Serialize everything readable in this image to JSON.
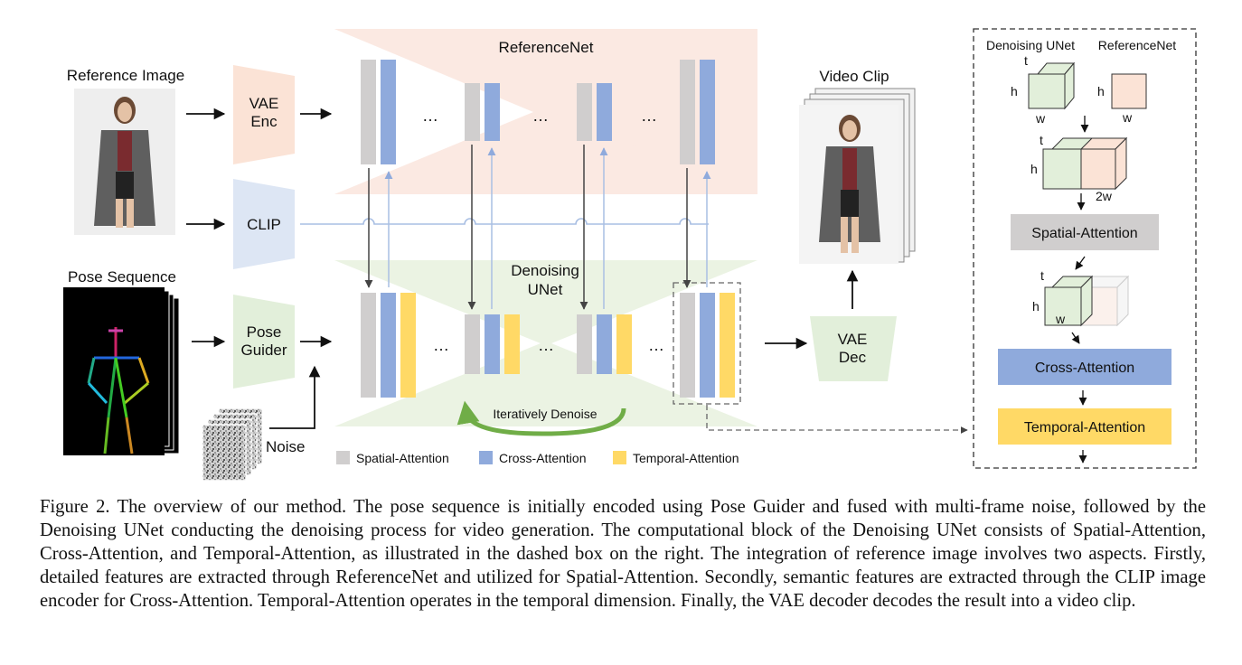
{
  "labels": {
    "reference_image": "Reference Image",
    "vae_enc_1": "VAE",
    "vae_enc_2": "Enc",
    "clip": "CLIP",
    "referencenet": "ReferenceNet",
    "pose_sequence": "Pose Sequence",
    "pose_guider_1": "Pose",
    "pose_guider_2": "Guider",
    "noise": "Noise",
    "denoising_unet_1": "Denoising",
    "denoising_unet_2": "UNet",
    "iteratively_denoise": "Iteratively Denoise",
    "video_clip": "Video Clip",
    "vae_dec_1": "VAE",
    "vae_dec_2": "Dec",
    "ellipsis": "…",
    "legend_spatial": "Spatial-Attention",
    "legend_cross": "Cross-Attention",
    "legend_temporal": "Temporal-Attention"
  },
  "detail_panel": {
    "denoising_unet": "Denoising UNet",
    "referencenet": "ReferenceNet",
    "t": "t",
    "h": "h",
    "w": "w",
    "two_w": "2w",
    "spatial": "Spatial-Attention",
    "cross": "Cross-Attention",
    "temporal": "Temporal-Attention"
  },
  "colors": {
    "referencenet_bg": "#fbe9e2",
    "unet_bg": "#ebf3e3",
    "vae_enc": "#fbe3d6",
    "clip": "#dde6f4",
    "pose_guider": "#e2efda",
    "vae_dec": "#e2efda",
    "spatial": "#d0cece",
    "cross": "#8faadc",
    "temporal": "#ffd966",
    "cube_green": "#e2efda",
    "cube_peach": "#fbe3d6",
    "arrow_green": "#70ad47"
  },
  "caption": "Figure 2. The overview of our method. The pose sequence is initially encoded using Pose Guider and fused with multi-frame noise, followed by the Denoising UNet conducting the denoising process for video generation. The computational block of the Denoising UNet consists of Spatial-Attention, Cross-Attention, and Temporal-Attention, as illustrated in the dashed box on the right. The integration of reference image involves two aspects. Firstly, detailed features are extracted through ReferenceNet and utilized for Spatial-Attention. Secondly, semantic features are extracted through the CLIP image encoder for Cross-Attention. Temporal-Attention operates in the temporal dimension. Finally, the VAE decoder decodes the result into a video clip."
}
